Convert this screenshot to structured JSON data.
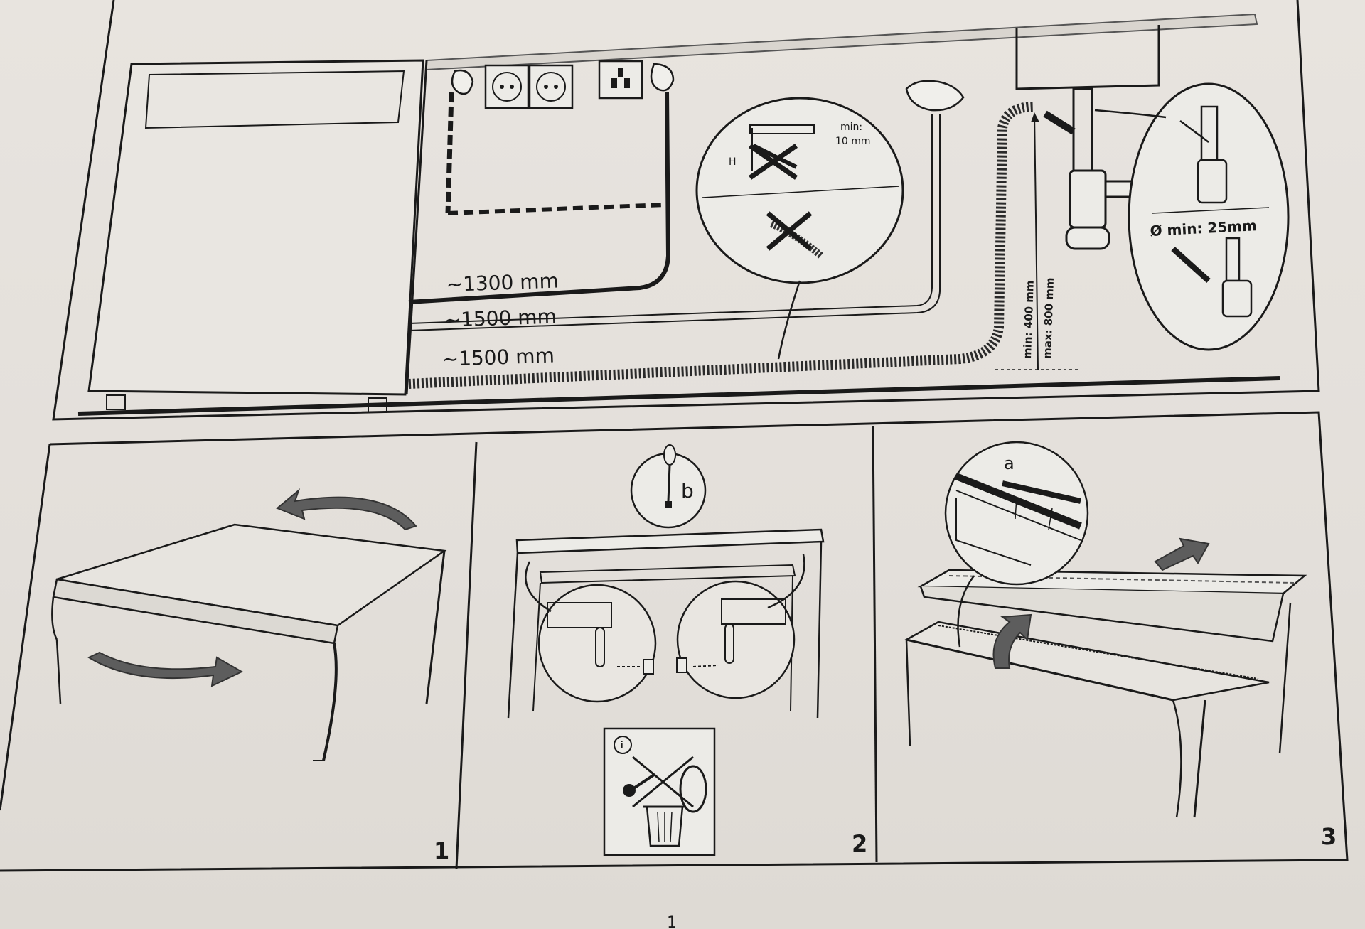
{
  "diagram": {
    "dimensions": {
      "power_cable": "~1300 mm",
      "water_inlet_hose": "~1500 mm",
      "drain_hose": "~1500 mm",
      "drain_height_min": "min: 400 mm",
      "drain_height_max": "max: 800 mm",
      "min_gap": "min:",
      "min_gap_value": "10 mm",
      "pipe_diameter": "Ø min: 25mm",
      "gap_label": "H"
    },
    "steps": {
      "step1_number": "1",
      "step2_number": "2",
      "step3_number": "3",
      "callout_b": "b",
      "callout_a": "a",
      "info_mark": "i"
    },
    "page_number": "1",
    "colors": {
      "line": "#1a1a1a",
      "arrow": "#5d5d5d",
      "paper": "#e6e3de"
    }
  }
}
